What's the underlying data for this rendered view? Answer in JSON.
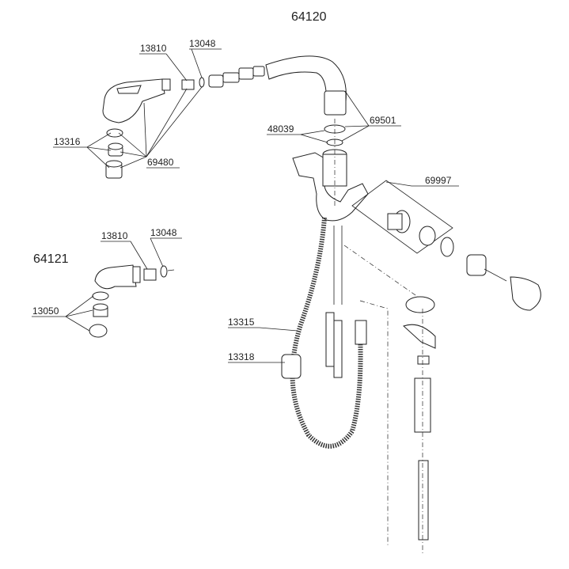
{
  "diagram": {
    "models": {
      "main": "64120",
      "alt": "64121"
    },
    "labels": {
      "main_13810": "13810",
      "main_13048": "13048",
      "main_13316": "13316",
      "main_69480": "69480",
      "main_48039": "48039",
      "main_69501": "69501",
      "main_69997": "69997",
      "main_13315": "13315",
      "main_13318": "13318",
      "alt_13810": "13810",
      "alt_13048": "13048",
      "alt_13050": "13050"
    }
  }
}
